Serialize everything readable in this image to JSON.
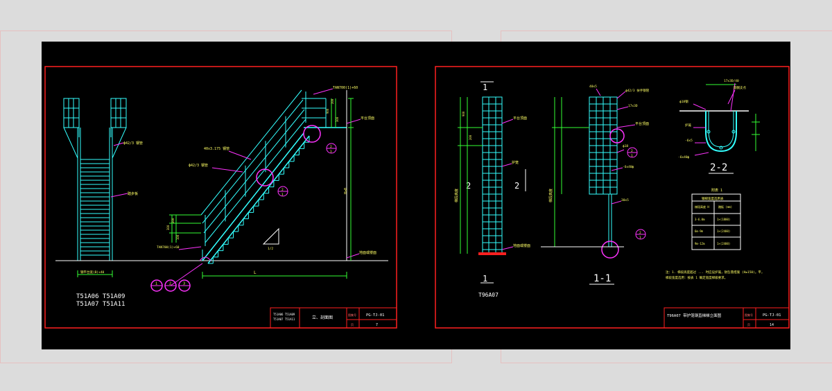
{
  "colors": {
    "background": "#dcdcdc",
    "canvas": "#000000",
    "frame": "#ff2020",
    "structure": "#33ffff",
    "dimension": "#33ff33",
    "leader": "#ff33ff",
    "text": "#ffff66",
    "label": "#ffffff"
  },
  "left_sheet": {
    "front_view": {
      "model_lines": [
        "T51A06  T51A09",
        "T51A07  T51A11"
      ],
      "callouts": [
        "ф42/3  钢管",
        "踏步板"
      ],
      "dim_bottom": "钢平台宽(B)+40"
    },
    "side_view": {
      "callouts": [
        "40x3.175  钢管",
        "ф42/3  钢管",
        "TAN700(1)+60",
        "TAN700(1)+60"
      ],
      "level_top": "平台顶面",
      "level_bottom": "地面或楼面",
      "dim_right": "H≥0",
      "dim_span": "L",
      "dims_top": [
        "900",
        "200",
        "300"
      ],
      "dims_left": [
        "300",
        "200",
        "100"
      ],
      "detail_numbers": [
        "1",
        "2",
        "3"
      ],
      "detail_tags": [
        "2",
        "1"
      ],
      "slope": "1/2"
    },
    "title_block": {
      "models": "T51A06  T51A09\nT51A07  T51A11",
      "title": "立、剖面图",
      "label_figure": "图集号",
      "code": "PG-TJ-01",
      "label_page": "页",
      "page": "7"
    }
  },
  "right_sheet": {
    "elevation": {
      "section_marks": [
        "1",
        "1",
        "2",
        "2"
      ],
      "label_platform": "平台顶面",
      "label_cage": "护笼",
      "label_ground": "地面或楼面",
      "dim_left": "梯段高度",
      "dims_top": [
        "900",
        "200"
      ],
      "model": "T96A07"
    },
    "section_1": {
      "title": "1-1",
      "callouts": [
        "40x5",
        "ф42/3  扶手钢管",
        "17x3D",
        "平台顶面",
        "ф18",
        "-6x40ф",
        "30x5"
      ],
      "dim_left": "梯段高度",
      "detail_tags": [
        "2",
        "1"
      ]
    },
    "section_2": {
      "title": "2-2",
      "callouts": [
        "17x3D/40",
        "圆钢支点",
        "ф18钢",
        "护笼",
        "-6x5",
        "-6x40ф"
      ]
    },
    "table": {
      "title": "附表 1",
      "subtitle": "钢梯宽度选用表",
      "header": [
        "梯段高度\nH",
        "踏板\n(mm)"
      ],
      "rows": [
        [
          "3-6.0m",
          "1×(1800)"
        ],
        [
          "6m-9m",
          "1×(2400)"
        ],
        [
          "9m-12m",
          "1×(2400)"
        ]
      ]
    },
    "notes": [
      "注：1. 梯段高度超过 ... 时应设护笼，防坠落措施 (H≥150)。平，",
      "    梯段宽度选用：按表 1  确定宽度梯级要求。"
    ],
    "title_block": {
      "title": "T96A07  带护笼钢直梯梯立面图",
      "label_figure": "图集号",
      "code": "PG-TJ-01",
      "label_page": "页",
      "page": "14"
    }
  }
}
